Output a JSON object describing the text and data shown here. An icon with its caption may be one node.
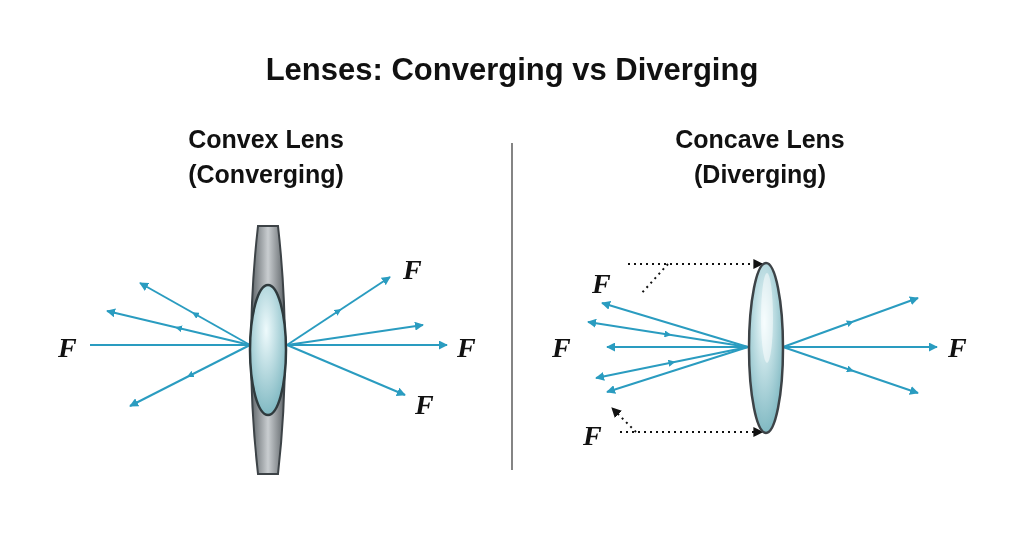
{
  "diagram": {
    "title": "Lenses: Converging vs Diverging",
    "nodes": [
      {
        "text": [],
        "shape": "lens"
      },
      {
        "text": [],
        "shape": "lens"
      }
    ],
    "edges": [
      {
        "from": null,
        "to": 1,
        "arrow": "to",
        "style": "dashed"
      },
      {
        "from": null,
        "to": 1,
        "arrow": "to",
        "style": "dashed"
      }
    ],
    "labels": [
      "Convex Lens (Converging)",
      "Concave Lens (Diverging)",
      "F",
      "F",
      "F",
      "F",
      "F",
      "F",
      "F",
      "F"
    ]
  }
}
